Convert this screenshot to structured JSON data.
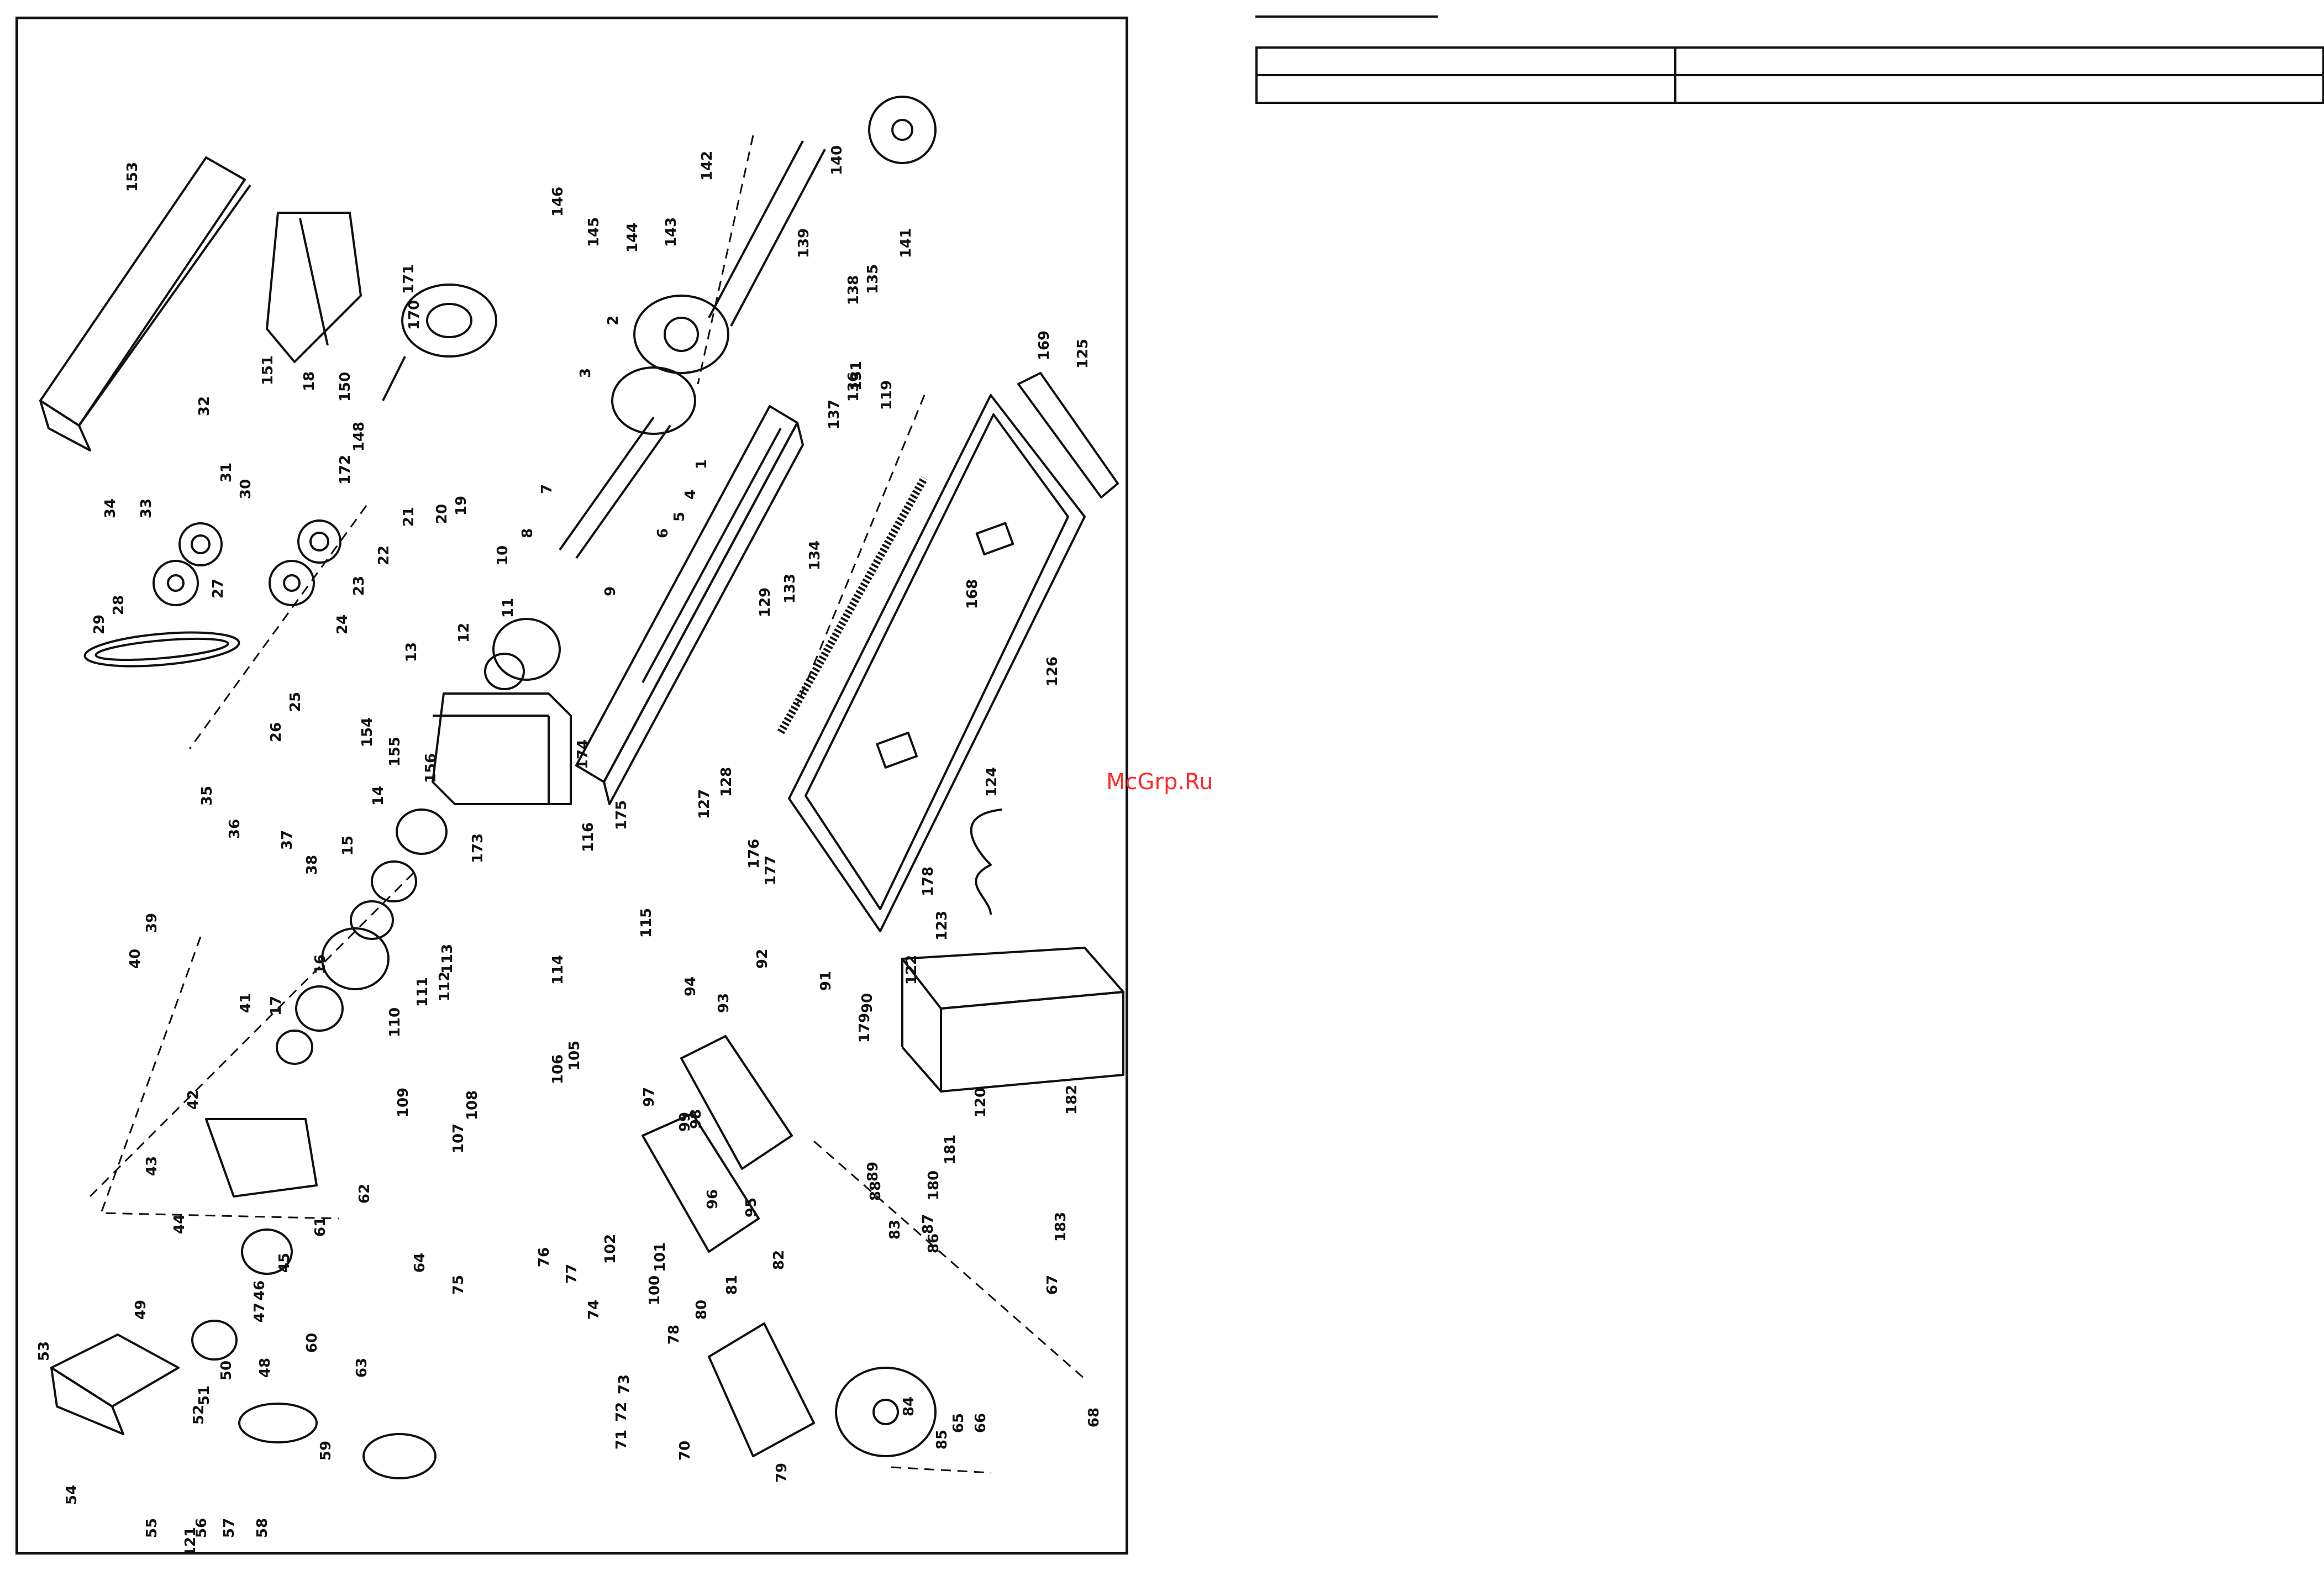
{
  "watermark": "McGrp.Ru",
  "spec_table": {
    "rows": [
      [
        "",
        ""
      ],
      [
        "",
        ""
      ]
    ]
  },
  "part_labels": [
    "1",
    "2",
    "3",
    "4",
    "5",
    "6",
    "7",
    "8",
    "9",
    "10",
    "11",
    "12",
    "13",
    "14",
    "15",
    "16",
    "17",
    "18",
    "19",
    "20",
    "21",
    "22",
    "23",
    "24",
    "25",
    "26",
    "27",
    "28",
    "29",
    "30",
    "31",
    "32",
    "33",
    "34",
    "35",
    "36",
    "37",
    "38",
    "39",
    "40",
    "41",
    "42",
    "43",
    "44",
    "45",
    "46",
    "47",
    "48",
    "49",
    "50",
    "51",
    "52",
    "53",
    "54",
    "55",
    "56",
    "57",
    "58",
    "59",
    "60",
    "61",
    "62",
    "63",
    "64",
    "65",
    "66",
    "67",
    "68",
    "70",
    "71",
    "72",
    "73",
    "74",
    "75",
    "76",
    "77",
    "78",
    "79",
    "80",
    "81",
    "82",
    "83",
    "84",
    "85",
    "86",
    "87",
    "88",
    "89",
    "90",
    "91",
    "92",
    "93",
    "94",
    "95",
    "96",
    "97",
    "98",
    "99",
    "100",
    "101",
    "102",
    "105",
    "106",
    "107",
    "108",
    "109",
    "110",
    "111",
    "112",
    "113",
    "114",
    "115",
    "116",
    "119",
    "120",
    "121",
    "122",
    "123",
    "124",
    "125",
    "126",
    "127",
    "128",
    "129",
    "131",
    "133",
    "134",
    "135",
    "136",
    "137",
    "138",
    "139",
    "140",
    "141",
    "142",
    "143",
    "144",
    "145",
    "146",
    "148",
    "150",
    "151",
    "153",
    "154",
    "155",
    "156",
    "168",
    "169",
    "170",
    "171",
    "172",
    "173",
    "174",
    "175",
    "176",
    "177",
    "178",
    "179",
    "180",
    "181",
    "182",
    "183"
  ]
}
